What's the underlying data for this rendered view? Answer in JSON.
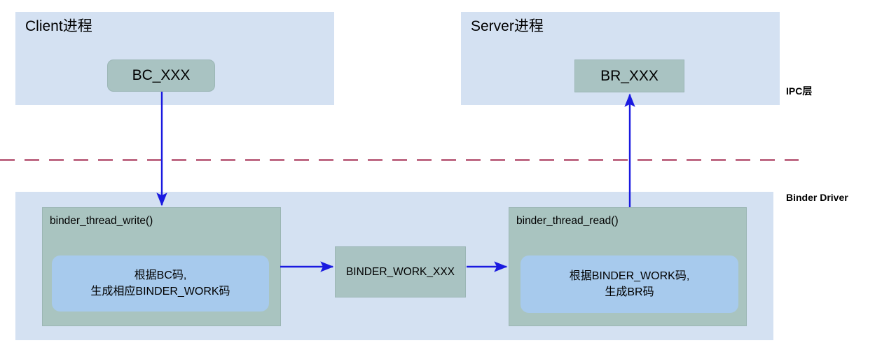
{
  "diagram": {
    "title_context": "Binder IPC BC/BR command flow",
    "colors": {
      "process_box_fill": "#d4e1f2",
      "command_box_fill": "#a9c3c2",
      "function_panel_fill": "#a9c4c0",
      "inner_note_fill": "#a7caed",
      "arrow_color": "#1a1ae0",
      "divider_color": "#b04a6a"
    },
    "processes": [
      {
        "id": "client",
        "title": "Client进程",
        "command": "BC_XXX"
      },
      {
        "id": "server",
        "title": "Server进程",
        "command": "BR_XXX"
      }
    ],
    "driver": {
      "panels": [
        {
          "id": "write",
          "label": "binder_thread_write()",
          "note_line1": "根据BC码,",
          "note_line2": "生成相应BINDER_WORK码"
        },
        {
          "id": "read",
          "label": "binder_thread_read()",
          "note_line1": "根据BINDER_WORK码,",
          "note_line2": "生成BR码"
        }
      ],
      "work_item": "BINDER_WORK_XXX"
    },
    "layer_labels": [
      {
        "id": "ipc",
        "text": "IPC层"
      },
      {
        "id": "driver",
        "text": "Binder Driver"
      }
    ]
  }
}
